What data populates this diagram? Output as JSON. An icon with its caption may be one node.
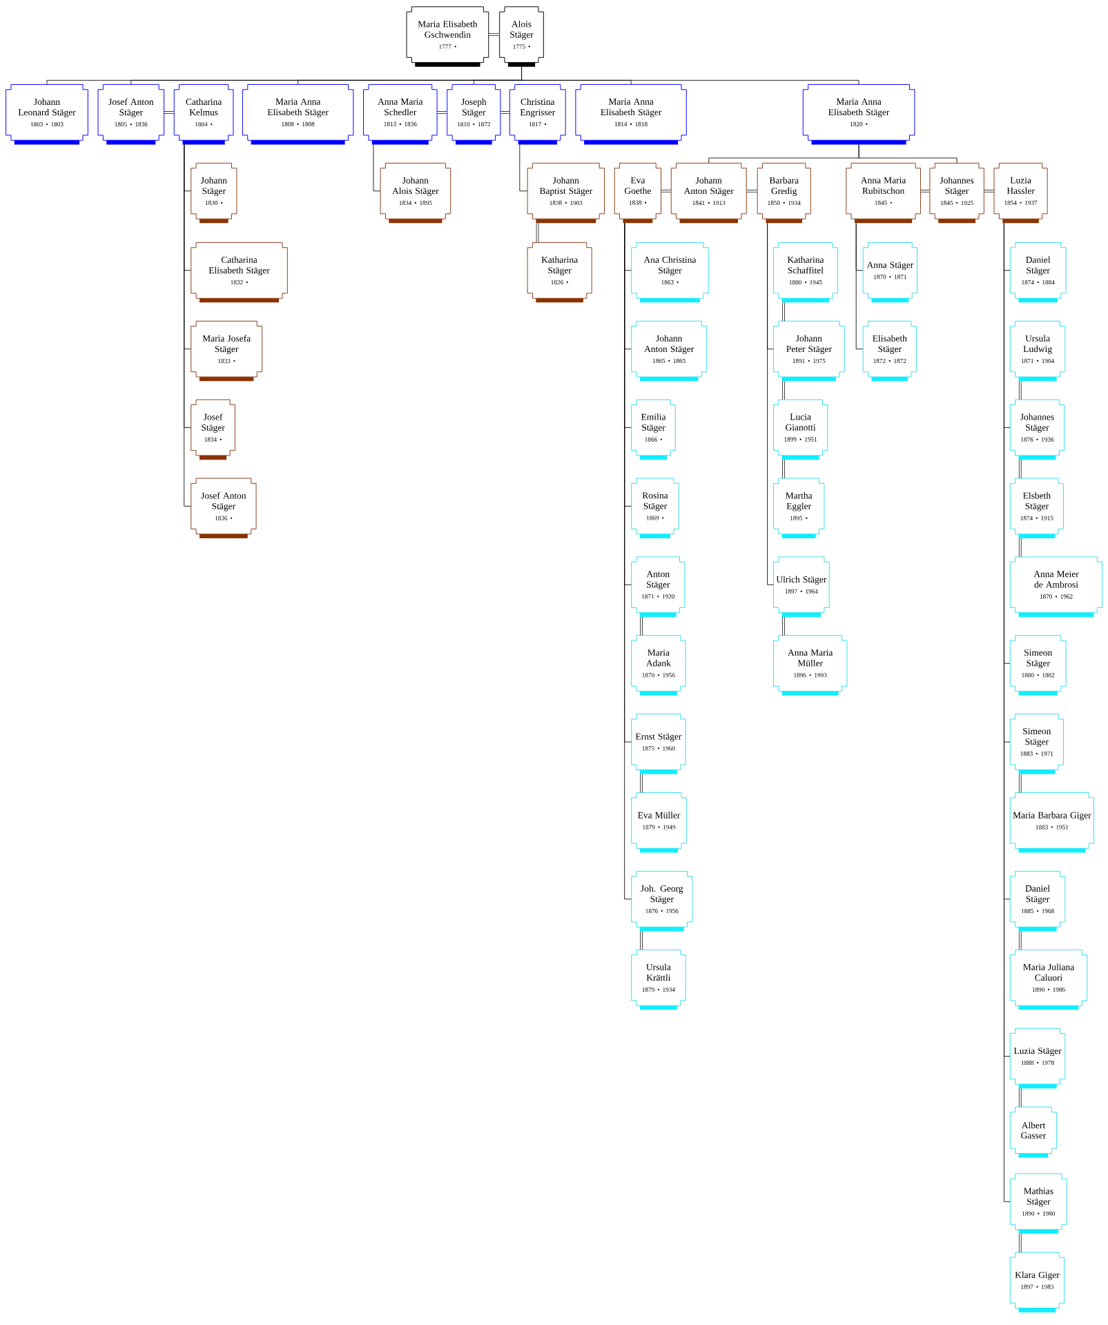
{
  "diagram": {
    "nodes": [
      {
        "text": [
          "Maria Elisabeth Gschwendin",
          "1777 •"
        ]
      },
      {
        "text": [
          "Alois Stäger",
          "1775 •"
        ]
      },
      {
        "text": [
          "Johann Leonard Stäger",
          "1803 • 1803"
        ]
      },
      {
        "text": [
          "Josef Anton Stäger",
          "1805 • 1836"
        ]
      },
      {
        "text": [
          "Catharina Kelmus",
          "1804 •"
        ]
      },
      {
        "text": [
          "Maria Anna Elisabeth Stäger",
          "1808 • 1808"
        ]
      },
      {
        "text": [
          "Anna Maria Schedler",
          "1813 • 1836"
        ]
      },
      {
        "text": [
          "Joseph Stäger",
          "1810 • 1872"
        ]
      },
      {
        "text": [
          "Christina Engrisser",
          "1817 •"
        ]
      },
      {
        "text": [
          "Maria Anna Elisabeth Stäger",
          "1814 • 1818"
        ]
      },
      {
        "text": [
          "Maria Anna Elisabeth Stäger",
          "1820 •"
        ]
      },
      {
        "text": [
          "Johann Stäger",
          "1830 •"
        ]
      },
      {
        "text": [
          "Catharina Elisabeth Stäger",
          "1832 •"
        ]
      },
      {
        "text": [
          "Maria Josefa Stäger",
          "1833 •"
        ]
      },
      {
        "text": [
          "Josef Stäger",
          "1834 •"
        ]
      },
      {
        "text": [
          "Josef Anton Stäger",
          "1836 •"
        ]
      },
      {
        "text": [
          "Johann Alois Stäger",
          "1834 • 1895"
        ]
      },
      {
        "text": [
          "Johann Baptist Stäger",
          "1838 • 1903"
        ]
      },
      {
        "text": [
          "Katharina Stäger",
          "1826 •"
        ]
      },
      {
        "text": [
          "Eva Goethe",
          "1838 •"
        ]
      },
      {
        "text": [
          "Johann Anton Stäger",
          "1841 • 1913"
        ]
      },
      {
        "text": [
          "Barbara Gredig",
          "1850 • 1934"
        ]
      },
      {
        "text": [
          "Anna Maria Rubitschon",
          "1845 •"
        ]
      },
      {
        "text": [
          "Johannes Stäger",
          "1845 • 1925"
        ]
      },
      {
        "text": [
          "Luzia Hassler",
          "1854 • 1937"
        ]
      },
      {
        "text": [
          "Ana Christina Stäger",
          "1863 •"
        ]
      },
      {
        "text": [
          "Johann Anton Stäger",
          "1865 • 1865"
        ]
      },
      {
        "text": [
          "Emilia Stäger",
          "1866 •"
        ]
      },
      {
        "text": [
          "Rosina Stäger",
          "1869 •"
        ]
      },
      {
        "text": [
          "Anton Stäger",
          "1871 • 1920"
        ]
      },
      {
        "text": [
          "Maria Adank",
          "1870 • 1956"
        ]
      },
      {
        "text": [
          "Ernst Stäger",
          "1875 • 1960"
        ]
      },
      {
        "text": [
          "Eva Müller",
          "1879 • 1949"
        ]
      },
      {
        "text": [
          "Joh. Georg Stäger",
          "1876 • 1956"
        ]
      },
      {
        "text": [
          "Ursula Krättli",
          "1879 • 1934"
        ]
      },
      {
        "text": [
          "Katharina Schaffitel",
          "1880 • 1945"
        ]
      },
      {
        "text": [
          "Johann Peter Stäger",
          "1891 • 1975"
        ]
      },
      {
        "text": [
          "Lucia Gianotti",
          "1899 • 1951"
        ]
      },
      {
        "text": [
          "Martha Eggler",
          "1895 •"
        ]
      },
      {
        "text": [
          "Ulrich Stäger",
          "1897 • 1964"
        ]
      },
      {
        "text": [
          "Anna Maria Müller",
          "1896 • 1993"
        ]
      },
      {
        "text": [
          "Anna Stäger",
          "1870 • 1871"
        ]
      },
      {
        "text": [
          "Elisabeth Stäger",
          "1872 • 1872"
        ]
      },
      {
        "text": [
          "Daniel Stäger",
          "1874 • 1884"
        ]
      },
      {
        "text": [
          "Ursula Ludwig",
          "1871 • 1904"
        ]
      },
      {
        "text": [
          "Johannes Stäger",
          "1876 • 1936"
        ]
      },
      {
        "text": [
          "Elsbeth Stäger",
          "1874 • 1915"
        ]
      },
      {
        "text": [
          "Anna Meier de Ambrosi",
          "1870 • 1962"
        ]
      },
      {
        "text": [
          "Simeon Stäger",
          "1880 • 1882"
        ]
      },
      {
        "text": [
          "Simeon Stäger",
          "1883 • 1971"
        ]
      },
      {
        "text": [
          "Maria Barbara Giger",
          "1883 • 1951"
        ]
      },
      {
        "text": [
          "Daniel Stäger",
          "1885 • 1968"
        ]
      },
      {
        "text": [
          "Maria Juliana Caluori",
          "1890 • 1986"
        ]
      },
      {
        "text": [
          "Luzia Stäger",
          "1888 • 1978"
        ]
      },
      {
        "text": [
          "Albert Gasser"
        ]
      },
      {
        "text": [
          "Mathias Stäger",
          "1890 • 1980"
        ]
      },
      {
        "text": [
          "Klara Giger",
          "1897 • 1983"
        ]
      }
    ],
    "edges": [
      {
        "from": 1,
        "to": 2,
        "arrow": "none"
      },
      {
        "from": 1,
        "to": 3,
        "arrow": "none"
      },
      {
        "from": 1,
        "to": 5,
        "arrow": "none"
      },
      {
        "from": 1,
        "to": 7,
        "arrow": "none"
      },
      {
        "from": 1,
        "to": 9,
        "arrow": "none"
      },
      {
        "from": 1,
        "to": 10,
        "arrow": "none"
      },
      {
        "from": 4,
        "to": 11,
        "arrow": "none"
      },
      {
        "from": 4,
        "to": 12,
        "arrow": "none"
      },
      {
        "from": 4,
        "to": 13,
        "arrow": "none"
      },
      {
        "from": 4,
        "to": 14,
        "arrow": "none"
      },
      {
        "from": 4,
        "to": 15,
        "arrow": "none"
      },
      {
        "from": 6,
        "to": 16,
        "arrow": "none"
      },
      {
        "from": 8,
        "to": 17,
        "arrow": "none"
      },
      {
        "from": 10,
        "to": 20,
        "arrow": "none"
      },
      {
        "from": 10,
        "to": 23,
        "arrow": "none"
      },
      {
        "from": 19,
        "to": 25,
        "arrow": "none"
      },
      {
        "from": 19,
        "to": 26,
        "arrow": "none"
      },
      {
        "from": 19,
        "to": 27,
        "arrow": "none"
      },
      {
        "from": 19,
        "to": 28,
        "arrow": "none"
      },
      {
        "from": 19,
        "to": 29,
        "arrow": "none"
      },
      {
        "from": 19,
        "to": 31,
        "arrow": "none"
      },
      {
        "from": 19,
        "to": 33,
        "arrow": "none"
      },
      {
        "from": 21,
        "to": 36,
        "arrow": "none"
      },
      {
        "from": 21,
        "to": 39,
        "arrow": "none"
      },
      {
        "from": 22,
        "to": 41,
        "arrow": "none"
      },
      {
        "from": 22,
        "to": 42,
        "arrow": "none"
      },
      {
        "from": 24,
        "to": 43,
        "arrow": "none"
      },
      {
        "from": 24,
        "to": 45,
        "arrow": "none"
      },
      {
        "from": 24,
        "to": 48,
        "arrow": "none"
      },
      {
        "from": 24,
        "to": 49,
        "arrow": "none"
      },
      {
        "from": 24,
        "to": 51,
        "arrow": "none"
      },
      {
        "from": 24,
        "to": 53,
        "arrow": "none"
      },
      {
        "from": 24,
        "to": 55,
        "arrow": "none"
      },
      {
        "from": 0,
        "to": 1,
        "arrow": "none"
      },
      {
        "from": 3,
        "to": 4,
        "arrow": "none"
      },
      {
        "from": 6,
        "to": 7,
        "arrow": "none"
      },
      {
        "from": 7,
        "to": 8,
        "arrow": "none"
      },
      {
        "from": 17,
        "to": 18,
        "arrow": "none"
      },
      {
        "from": 19,
        "to": 20,
        "arrow": "none"
      },
      {
        "from": 20,
        "to": 21,
        "arrow": "none"
      },
      {
        "from": 22,
        "to": 23,
        "arrow": "none"
      },
      {
        "from": 23,
        "to": 24,
        "arrow": "none"
      },
      {
        "from": 29,
        "to": 30,
        "arrow": "none"
      },
      {
        "from": 31,
        "to": 32,
        "arrow": "none"
      },
      {
        "from": 33,
        "to": 34,
        "arrow": "none"
      },
      {
        "from": 35,
        "to": 36,
        "arrow": "none"
      },
      {
        "from": 36,
        "to": 37,
        "arrow": "none"
      },
      {
        "from": 37,
        "to": 38,
        "arrow": "none"
      },
      {
        "from": 39,
        "to": 40,
        "arrow": "none"
      },
      {
        "from": 44,
        "to": 45,
        "arrow": "none"
      },
      {
        "from": 45,
        "to": 46,
        "arrow": "none"
      },
      {
        "from": 46,
        "to": 47,
        "arrow": "none"
      },
      {
        "from": 49,
        "to": 50,
        "arrow": "none"
      },
      {
        "from": 51,
        "to": 52,
        "arrow": "none"
      },
      {
        "from": 53,
        "to": 54,
        "arrow": "none"
      },
      {
        "from": 55,
        "to": 56,
        "arrow": "none"
      }
    ]
  }
}
